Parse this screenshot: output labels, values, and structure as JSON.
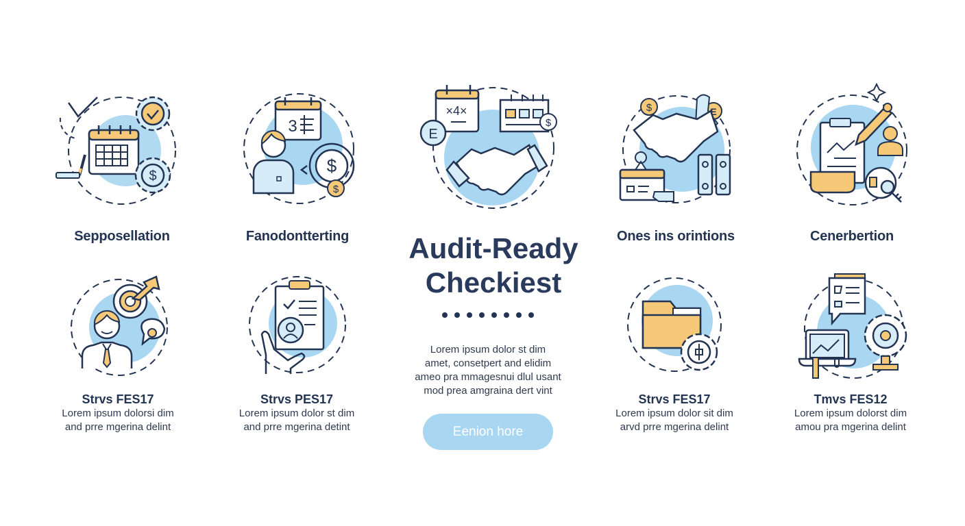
{
  "colors": {
    "navy": "#233352",
    "blue_fill": "#a9d6f0",
    "light_blue": "#d6ecf8",
    "yellow": "#f6c979",
    "white": "#ffffff"
  },
  "center": {
    "title_line1": "Audit-Ready",
    "title_line2": "Checkiest",
    "dots_count": 8,
    "desc_lines": [
      "Lorem ipsum dolor st dim",
      "amet, consetpert and elidim",
      "ameo pra mmagesnui dlul usant",
      "mod prea amgraina dert vint"
    ],
    "cta_label": "Eenion hore"
  },
  "top_items": [
    {
      "label": "Sepposellation",
      "icon": "calendar-gears-icon"
    },
    {
      "label": "Fanodontterting",
      "icon": "person-calendar-dollar-icon"
    },
    {
      "label": "",
      "icon": "handshake-calendars-icon"
    },
    {
      "label": "Ones ins orintions",
      "icon": "handshake-binders-icon"
    },
    {
      "label": "Cenerbertion",
      "icon": "document-pen-user-icon"
    }
  ],
  "bottom_items": [
    {
      "title": "Strvs FES17",
      "desc_line1": "Lorem ipsum dolorsi dim",
      "desc_line2": "and prre mgerina delint",
      "icon": "businessman-target-icon"
    },
    {
      "title": "Strvs PES17",
      "desc_line1": "Lorem ipsum dolor st dim",
      "desc_line2": "and prre mgerina detint",
      "icon": "clipboard-hand-icon"
    },
    {
      "title": "Strvs FES17",
      "desc_line1": "Lorem ipsum dolor sit dim",
      "desc_line2": "arvd prre mgerina delint",
      "icon": "folder-gear-icon"
    },
    {
      "title": "Tmvs FES12",
      "desc_line1": "Lorem ipsum dolorst dim",
      "desc_line2": "amou pra mgerina delint",
      "icon": "laptop-checklist-gear-icon"
    }
  ]
}
